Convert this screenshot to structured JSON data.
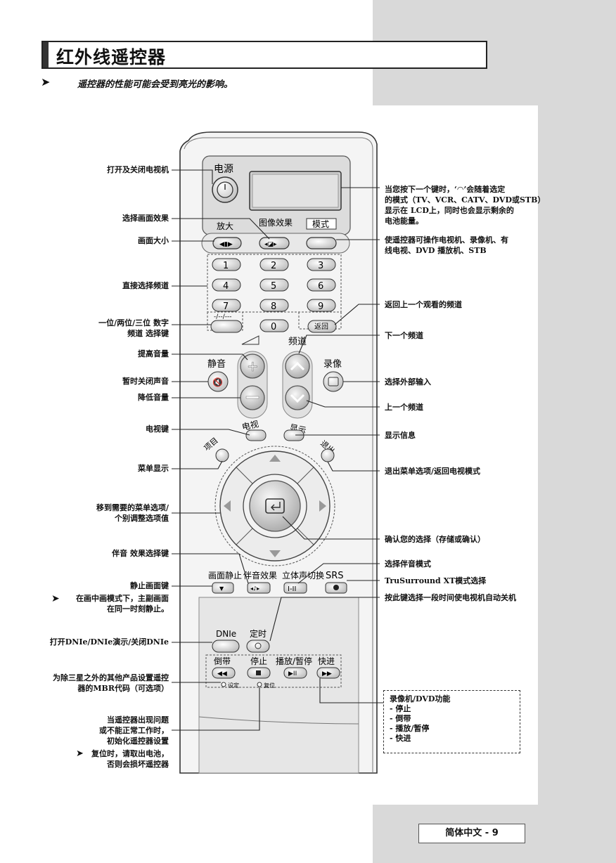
{
  "title": "红外线遥控器",
  "note": "遥控器的性能可能会受到亮光的影响。",
  "footer": "简体中文 - 9",
  "remote": {
    "power_label": "电源",
    "zoom_label": "放大",
    "picture_effect_label": "图像效果",
    "mode_label": "模式",
    "digits": [
      "1",
      "2",
      "3",
      "4",
      "5",
      "6",
      "7",
      "8",
      "9",
      "0"
    ],
    "digit_select_label": "-/--/---",
    "return_label": "返回",
    "channel_label": "频道",
    "mute_label": "静音",
    "record_label": "录像",
    "tv_label": "电视",
    "display_label": "显示",
    "menu_label": "项目",
    "exit_label": "退出",
    "still_label": "画面静止",
    "sound_effect_label": "伴音效果",
    "stereo_label": "立体声切换",
    "stereo_btn": "I-II",
    "srs_label": "SRS",
    "dnie_label": "DNIe",
    "timer_label": "定时",
    "rewind_label": "倒带",
    "stop_label": "停止",
    "play_pause_label": "播放/暂停",
    "ff_label": "快进",
    "set_label": "设定",
    "reset_label": "复位"
  },
  "left_labels": {
    "power": "打开及关闭电视机",
    "picture_effect": "选择画面效果",
    "picture_size": "画面大小",
    "direct_channel": "直接选择频道",
    "digit_select_1": "一位/两位/三位 数字",
    "digit_select_2": "频道 选择键",
    "volume_up": "提高音量",
    "mute": "暂时关闭声音",
    "volume_down": "降低音量",
    "tv": "电视键",
    "menu": "菜单显示",
    "navigate_1": "移到需要的菜单选项/",
    "navigate_2": "个别调整选项值",
    "sound_effect": "伴音 效果选择键",
    "still": "静止画面键",
    "still_note_1": "在画中画模式下，主副画面",
    "still_note_2": "在同一时刻静止。",
    "dnie": "打开DNIe/DNIe演示/关闭DNIe",
    "mbr_1": "为除三星之外的其他产品设置遥控",
    "mbr_2": "器的MBR代码（可选项）",
    "reset_1": "当遥控器出现问题",
    "reset_2": "或不能正常工作时，",
    "reset_3": "初始化遥控器设置",
    "reset_4": "复位时，请取出电池，",
    "reset_5": "否则会损坏遥控器"
  },
  "right_labels": {
    "lcd_1": "当您按下一个键时，‘",
    "lcd_1b": "’会随着选定",
    "lcd_2": "的模式（TV、VCR、CATV、DVD或STB）",
    "lcd_3": "显示在 LCD上，同时也会显示剩余的",
    "lcd_4": "电池能量。",
    "mode_1": "使遥控器可操作电视机、录像机、有",
    "mode_2": "线电视、DVD 播放机、STB",
    "previous_channel": "返回上一个观看的频道",
    "next_channel": "下一个频道",
    "external_input": "选择外部输入",
    "prev_channel": "上一个频道",
    "display_info": "显示信息",
    "exit": "退出菜单选项/返回电视模式",
    "confirm": "确认您的选择（存储或确认）",
    "sound_mode": "选择伴音模式",
    "trusurround": "TruSurround XT模式选择",
    "sleep": "按此键选择一段时间使电视机自动关机",
    "dvd_title": "录像机/DVD功能",
    "dvd_stop": "- 停止",
    "dvd_rewind": "- 倒带",
    "dvd_play": "- 播放/暂停",
    "dvd_ff": "- 快进"
  }
}
